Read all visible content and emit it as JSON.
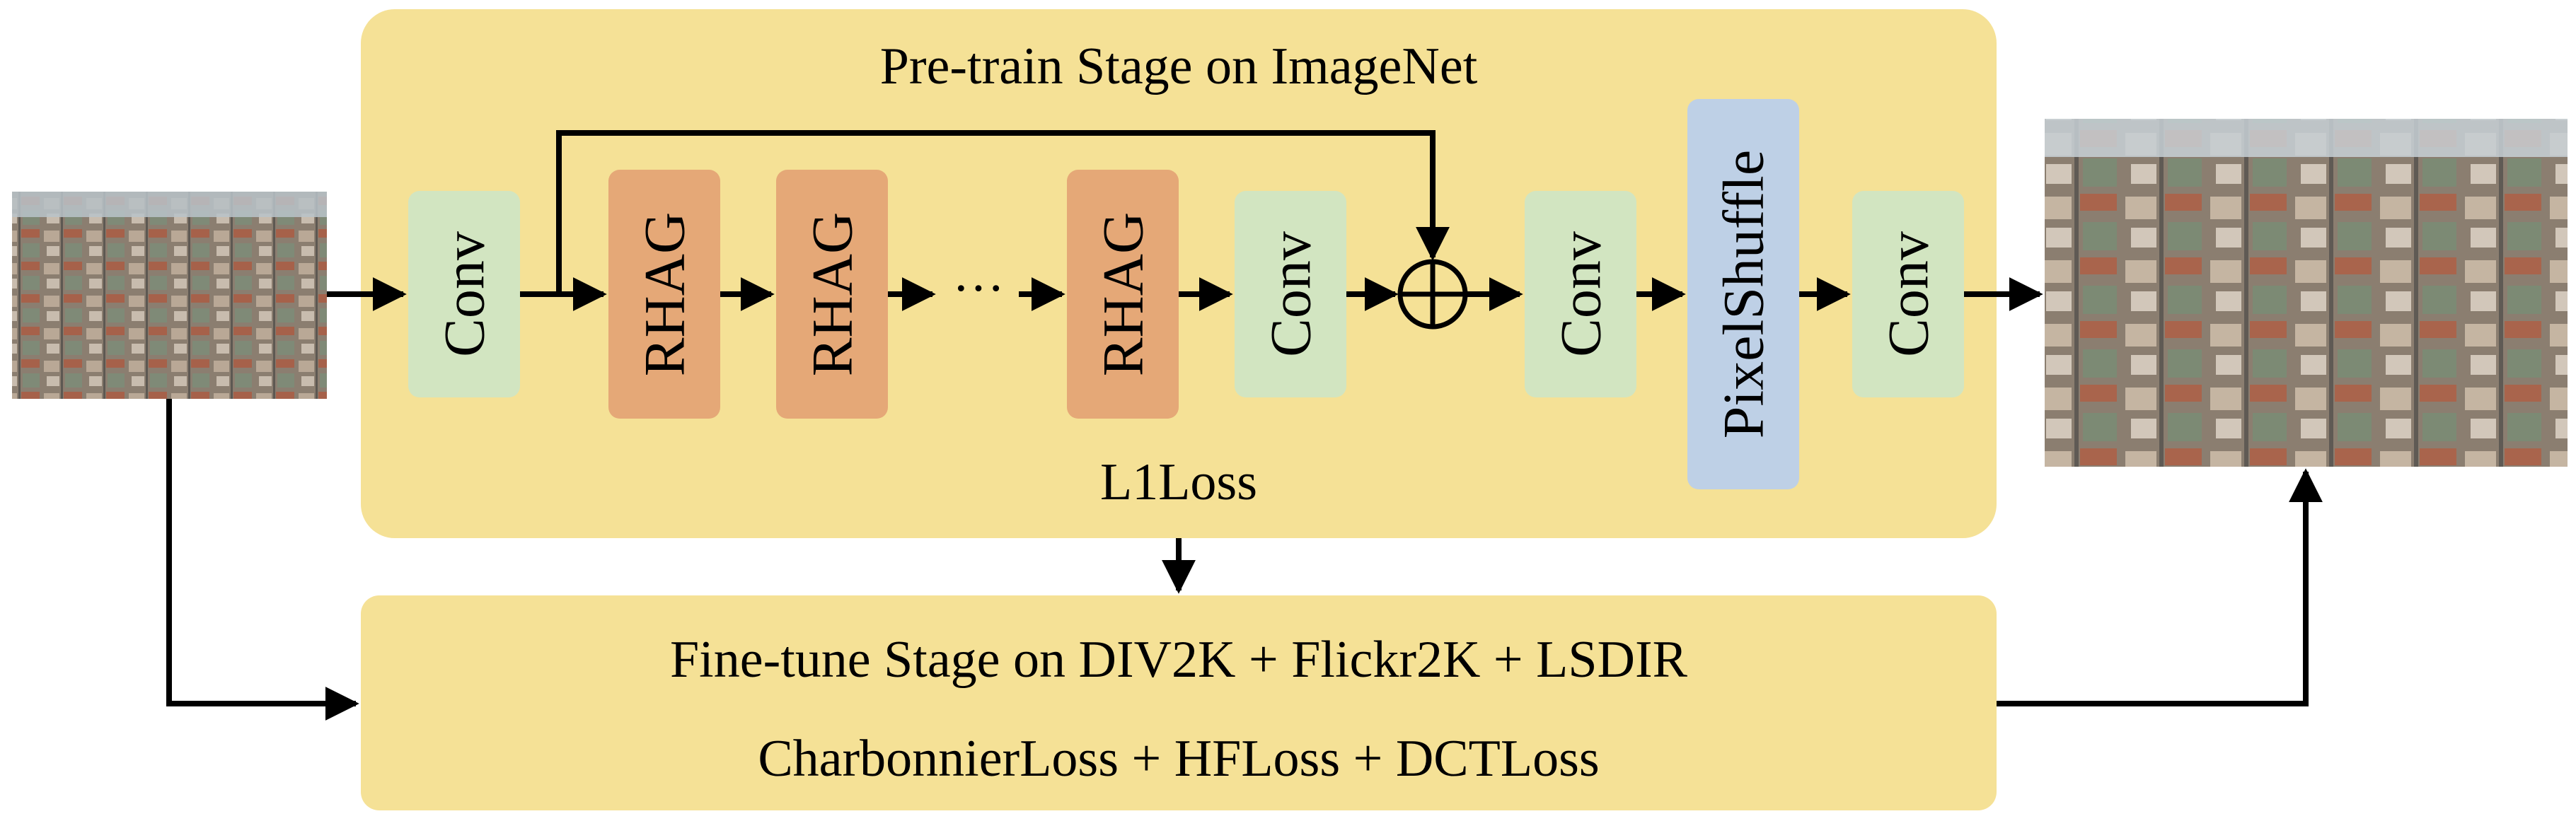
{
  "pretrain": {
    "title": "Pre-train Stage on ImageNet",
    "loss": "L1Loss"
  },
  "blocks": {
    "conv": "Conv",
    "rhag": "RHAG",
    "pixelshuffle": "PixelShuffle",
    "ellipsis": "···"
  },
  "finetune": {
    "title": "Fine-tune Stage on DIV2K + Flickr2K + LSDIR",
    "loss": "CharbonnierLoss + HFLoss + DCTLoss"
  },
  "images": {
    "input": "aerial-city-photo-low-res",
    "output": "aerial-city-photo-high-res"
  },
  "colors": {
    "stage": "#f5e196",
    "conv": "#d2e5c1",
    "rhag": "#e5a877",
    "pixelshuffle": "#bed0e6",
    "arrow": "#000000"
  }
}
